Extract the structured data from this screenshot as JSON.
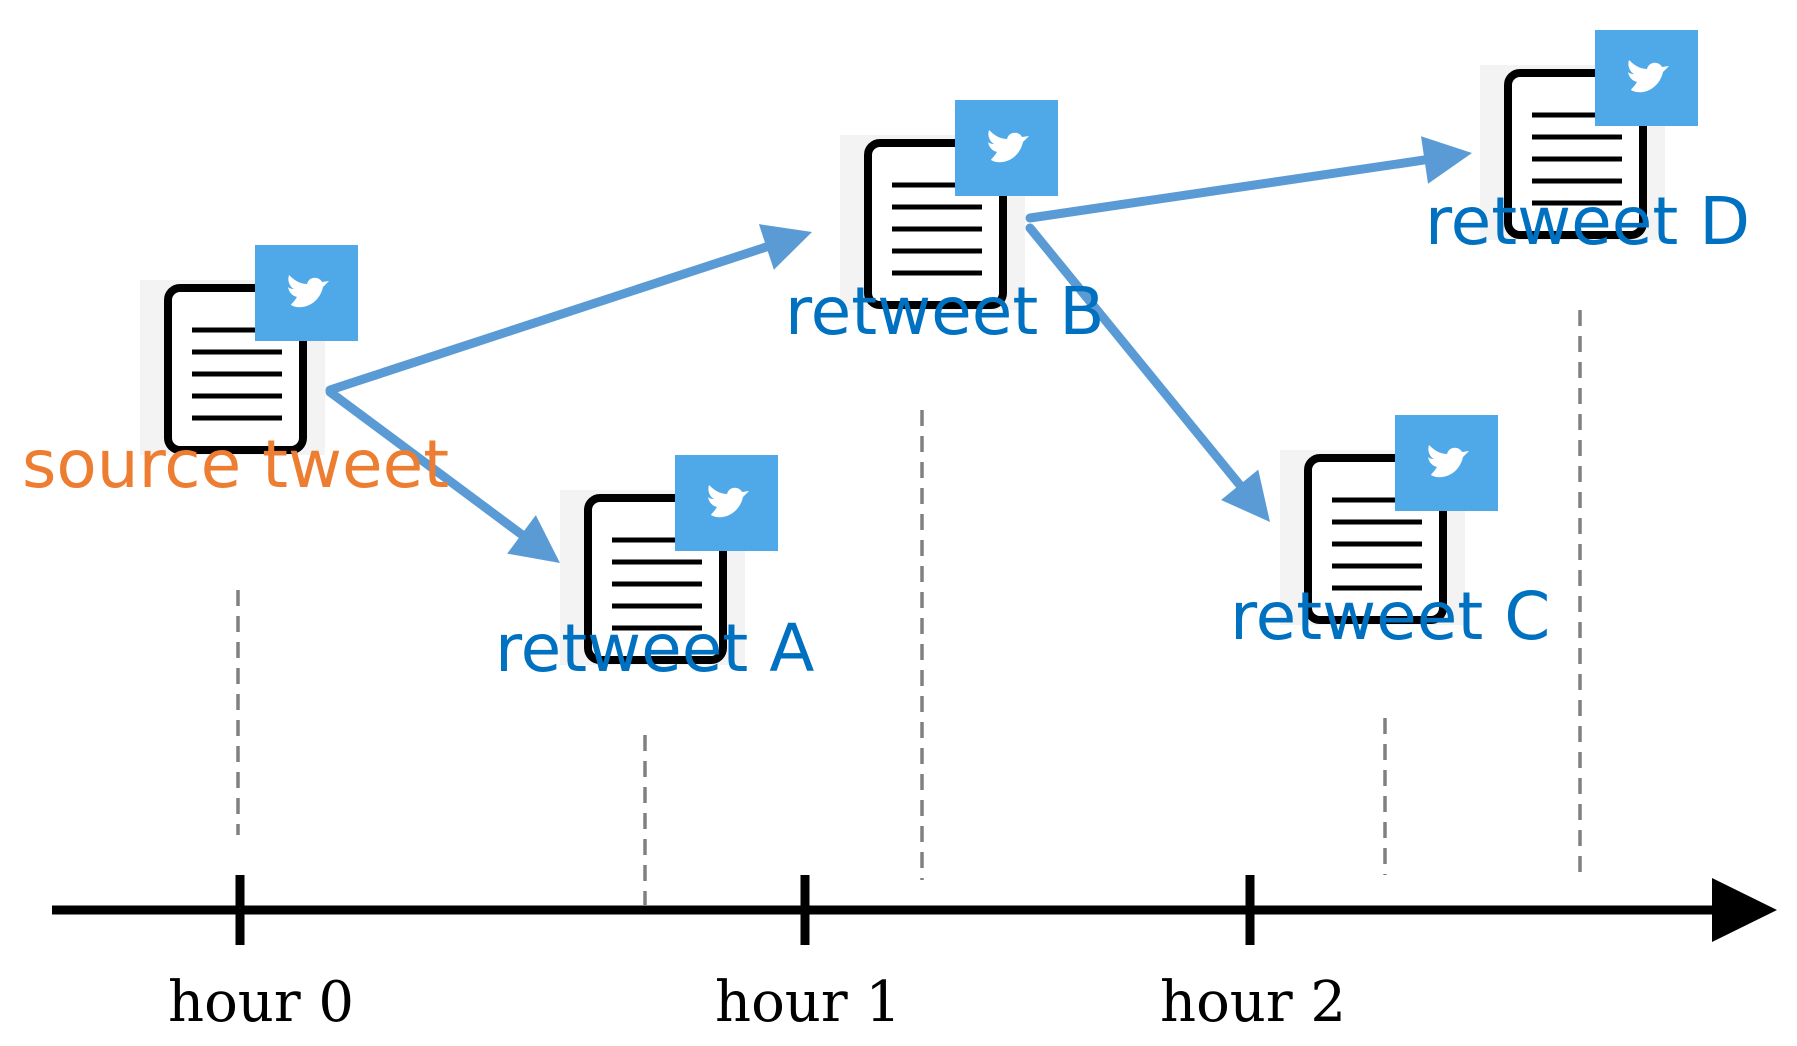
{
  "colors": {
    "source": "#ED7D31",
    "retweet": "#0070C0",
    "arrow": "#5B9BD5",
    "badge": "#4FA8E8",
    "axis": "#000000",
    "dashed": "#808080"
  },
  "nodes": [
    {
      "id": "source",
      "label": "source tweet",
      "kind": "source",
      "icon": "document-icon",
      "badge_icon": "twitter-bird-icon"
    },
    {
      "id": "A",
      "label": "retweet A",
      "kind": "retweet",
      "icon": "document-icon",
      "badge_icon": "twitter-bird-icon"
    },
    {
      "id": "B",
      "label": "retweet B",
      "kind": "retweet",
      "icon": "document-icon",
      "badge_icon": "twitter-bird-icon"
    },
    {
      "id": "C",
      "label": "retweet C",
      "kind": "retweet",
      "icon": "document-icon",
      "badge_icon": "twitter-bird-icon"
    },
    {
      "id": "D",
      "label": "retweet D",
      "kind": "retweet",
      "icon": "document-icon",
      "badge_icon": "twitter-bird-icon"
    }
  ],
  "edges": [
    {
      "from": "source",
      "to": "B"
    },
    {
      "from": "source",
      "to": "A"
    },
    {
      "from": "B",
      "to": "D"
    },
    {
      "from": "B",
      "to": "C"
    }
  ],
  "timeline": {
    "ticks": [
      "hour 0",
      "hour 1",
      "hour 2"
    ]
  }
}
